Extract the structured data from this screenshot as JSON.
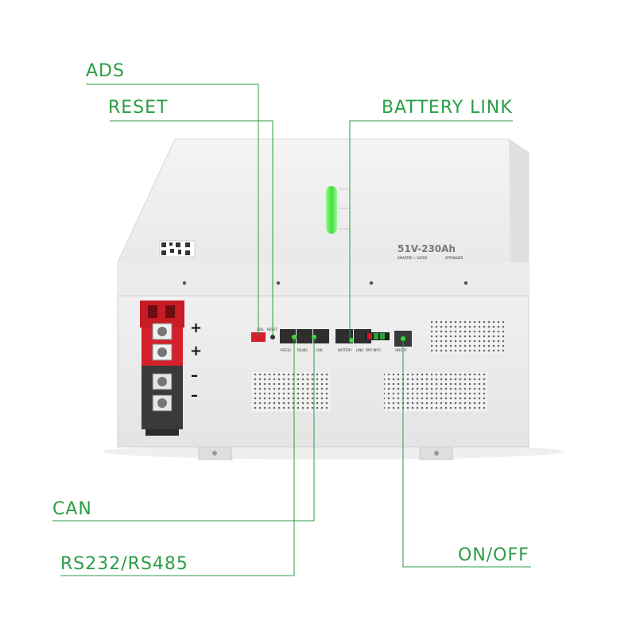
{
  "callouts": {
    "ads": "ADS",
    "reset": "RESET",
    "battery_link": "BATTERY LINK",
    "can": "CAN",
    "rs232_rs485": "RS232/RS485",
    "on_off": "ON/OFF"
  },
  "terminals": {
    "plus_1": "+",
    "plus_2": "+",
    "minus_1": "–",
    "minus_2": "–"
  },
  "product": {
    "model": "51V-230Ah",
    "slogan": "SMARTER ⚡ SAFER",
    "slogan2": "STRONGER"
  },
  "panel_labels": {
    "ads": "ADS",
    "reset": "RESET",
    "rs232": "RS232",
    "rs485": "RS485",
    "can": "CAN",
    "battery": "BATTERY",
    "link": "LINK",
    "dry_info": "DRY INFO",
    "on_off": "ON/OFF"
  },
  "colors": {
    "accent_green": "#2a9e45",
    "led_green": "#3ee03a",
    "terminal_red": "#d4202a"
  }
}
